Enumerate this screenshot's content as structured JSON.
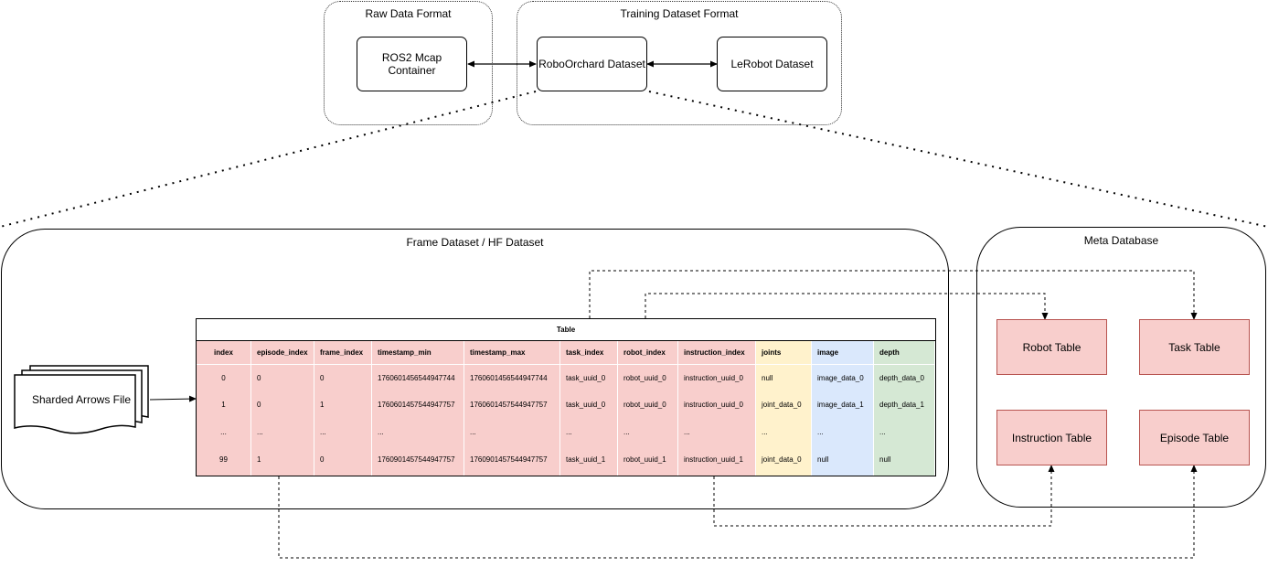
{
  "groups": {
    "raw": {
      "title": "Raw Data Format"
    },
    "training": {
      "title": "Training Dataset Format"
    },
    "frame": {
      "title": "Frame Dataset / HF Dataset"
    },
    "meta": {
      "title": "Meta Database"
    }
  },
  "nodes": {
    "ros2": "ROS2 Mcap\nContainer",
    "roboorchard": "RoboOrchard Dataset",
    "lerobot": "LeRobot Dataset",
    "sharded": "Sharded Arrows File"
  },
  "meta_tables": {
    "robot": "Robot Table",
    "task": "Task Table",
    "instruction": "Instruction Table",
    "episode": "Episode Table"
  },
  "table": {
    "title": "Table",
    "colors": {
      "red": "#f8cecc",
      "yellow": "#fff2cc",
      "blue": "#dae8fc",
      "green": "#d5e8d4"
    },
    "columns": [
      {
        "header": "index",
        "color": "red",
        "center": true,
        "rows": [
          "0",
          "1",
          "...",
          "99"
        ]
      },
      {
        "header": "episode_index",
        "color": "red",
        "center": false,
        "rows": [
          "0",
          "0",
          "...",
          "1"
        ]
      },
      {
        "header": "frame_index",
        "color": "red",
        "center": false,
        "rows": [
          "0",
          "1",
          "...",
          "0"
        ]
      },
      {
        "header": "timestamp_min",
        "color": "red",
        "center": false,
        "rows": [
          "1760601456544947744",
          "1760601457544947757",
          "...",
          "1760901457544947757"
        ]
      },
      {
        "header": "timestamp_max",
        "color": "red",
        "center": false,
        "rows": [
          "1760601456544947744",
          "1760601457544947757",
          "...",
          "1760901457544947757"
        ]
      },
      {
        "header": "task_index",
        "color": "red",
        "center": false,
        "rows": [
          "task_uuid_0",
          "task_uuid_0",
          "...",
          "task_uuid_1"
        ]
      },
      {
        "header": "robot_index",
        "color": "red",
        "center": false,
        "rows": [
          "robot_uuid_0",
          "robot_uuid_0",
          "...",
          "robot_uuid_1"
        ]
      },
      {
        "header": "instruction_index",
        "color": "red",
        "center": false,
        "rows": [
          "instruction_uuid_0",
          "instruction_uuid_0",
          "...",
          "instruction_uuid_1"
        ]
      },
      {
        "header": "joints",
        "color": "yellow",
        "center": false,
        "rows": [
          "null",
          "joint_data_0",
          "...",
          "joint_data_0"
        ]
      },
      {
        "header": "image",
        "color": "blue",
        "center": false,
        "rows": [
          "image_data_0",
          "image_data_1",
          "...",
          "null"
        ]
      },
      {
        "header": "depth",
        "color": "green",
        "center": false,
        "rows": [
          "depth_data_0",
          "depth_data_1",
          "...",
          "null"
        ]
      }
    ]
  }
}
